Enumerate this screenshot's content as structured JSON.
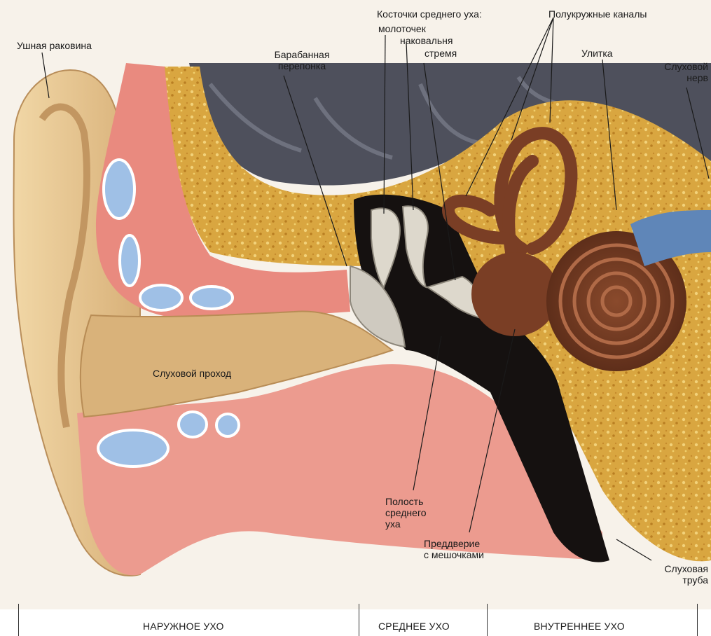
{
  "labels": {
    "pinna": "Ушная раковина",
    "ossicles_title": "Косточки среднего уха:",
    "malleus": "молоточек",
    "incus": "наковальня",
    "stapes": "стремя",
    "canals": "Полукружные каналы",
    "eardrum_1": "Барабанная",
    "eardrum_2": "перепонка",
    "cochlea": "Улитка",
    "nerve_1": "Слуховой",
    "nerve_2": "нерв",
    "ear_canal": "Слуховой проход",
    "cavity_1": "Полость",
    "cavity_2": "среднего",
    "cavity_3": "уха",
    "vestibule_1": "Преддверие",
    "vestibule_2": "с мешочками",
    "tube_1": "Слуховая",
    "tube_2": "труба"
  },
  "sections": {
    "outer": "НАРУЖНОЕ УХО",
    "middle": "СРЕДНЕЕ УХО",
    "inner": "ВНУТРЕННЕЕ УХО"
  },
  "colors": {
    "skin": "#e8c890",
    "flesh": "#e98a7f",
    "cartilage": "#9fc0e6",
    "bone": "#d8a43c",
    "brain": "#4e505c",
    "labyrinth": "#7a3e25",
    "cavity": "#151110",
    "nerve": "#5f86b8"
  }
}
